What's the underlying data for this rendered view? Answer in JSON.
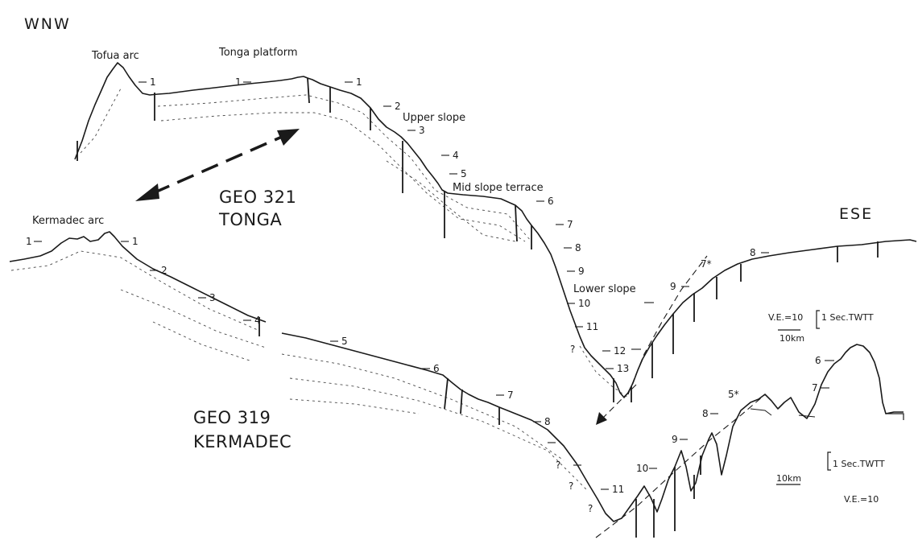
{
  "directions": {
    "west": "WNW",
    "east": "ESE"
  },
  "tonga": {
    "title_line1": "GEO 321",
    "title_line2": "TONGA",
    "features": {
      "tofua_arc": "Tofua arc",
      "platform": "Tonga platform",
      "upper_slope": "Upper slope",
      "mid_slope_terrace": "Mid slope terrace",
      "lower_slope": "Lower slope"
    },
    "horizon_labels": [
      "1",
      "1",
      "1",
      "2",
      "3",
      "4",
      "5",
      "6",
      "7",
      "8",
      "9",
      "10",
      "11",
      "12",
      "13",
      "8",
      "9",
      "7*"
    ],
    "unknown_marks": [
      "?"
    ],
    "scale": {
      "ve": "V.E.=10",
      "time": "1 Sec.TWTT",
      "distance": "10km"
    }
  },
  "kermadec": {
    "title_line1": "GEO 319",
    "title_line2": "KERMADEC",
    "features": {
      "kermadec_arc": "Kermadec arc"
    },
    "horizon_labels": [
      "1",
      "1",
      "2",
      "3",
      "4",
      "5",
      "6",
      "7",
      "8",
      "11",
      "10",
      "9",
      "8",
      "7",
      "6",
      "5*"
    ],
    "unknown_marks": [
      "?",
      "?",
      "?"
    ],
    "scale": {
      "ve": "V.E.=10",
      "time": "1 Sec.TWTT",
      "distance": "10km"
    }
  }
}
